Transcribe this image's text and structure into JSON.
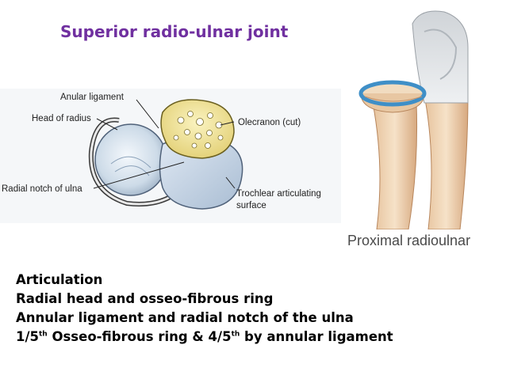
{
  "title": "Superior radio-ulnar joint",
  "diagram": {
    "labels": {
      "anular_ligament": "Anular ligament",
      "head_of_radius": "Head of radius",
      "olecranon": "Olecranon (cut)",
      "radial_notch": "Radial notch of ulna",
      "trochlear_line1": "Trochlear articulating",
      "trochlear_line2": "surface"
    }
  },
  "figure_caption": "Proximal radioulnar",
  "text": {
    "line1": "Articulation",
    "line2": "Radial  head and osseo-fibrous ring",
    "line3": "Annular ligament and radial notch of the ulna",
    "line4": {
      "part1": "1/5",
      "sup1": "th",
      "part2": " Osseo-fibrous ring & 4/5",
      "sup2": "th",
      "part3": " by annular ligament"
    }
  }
}
